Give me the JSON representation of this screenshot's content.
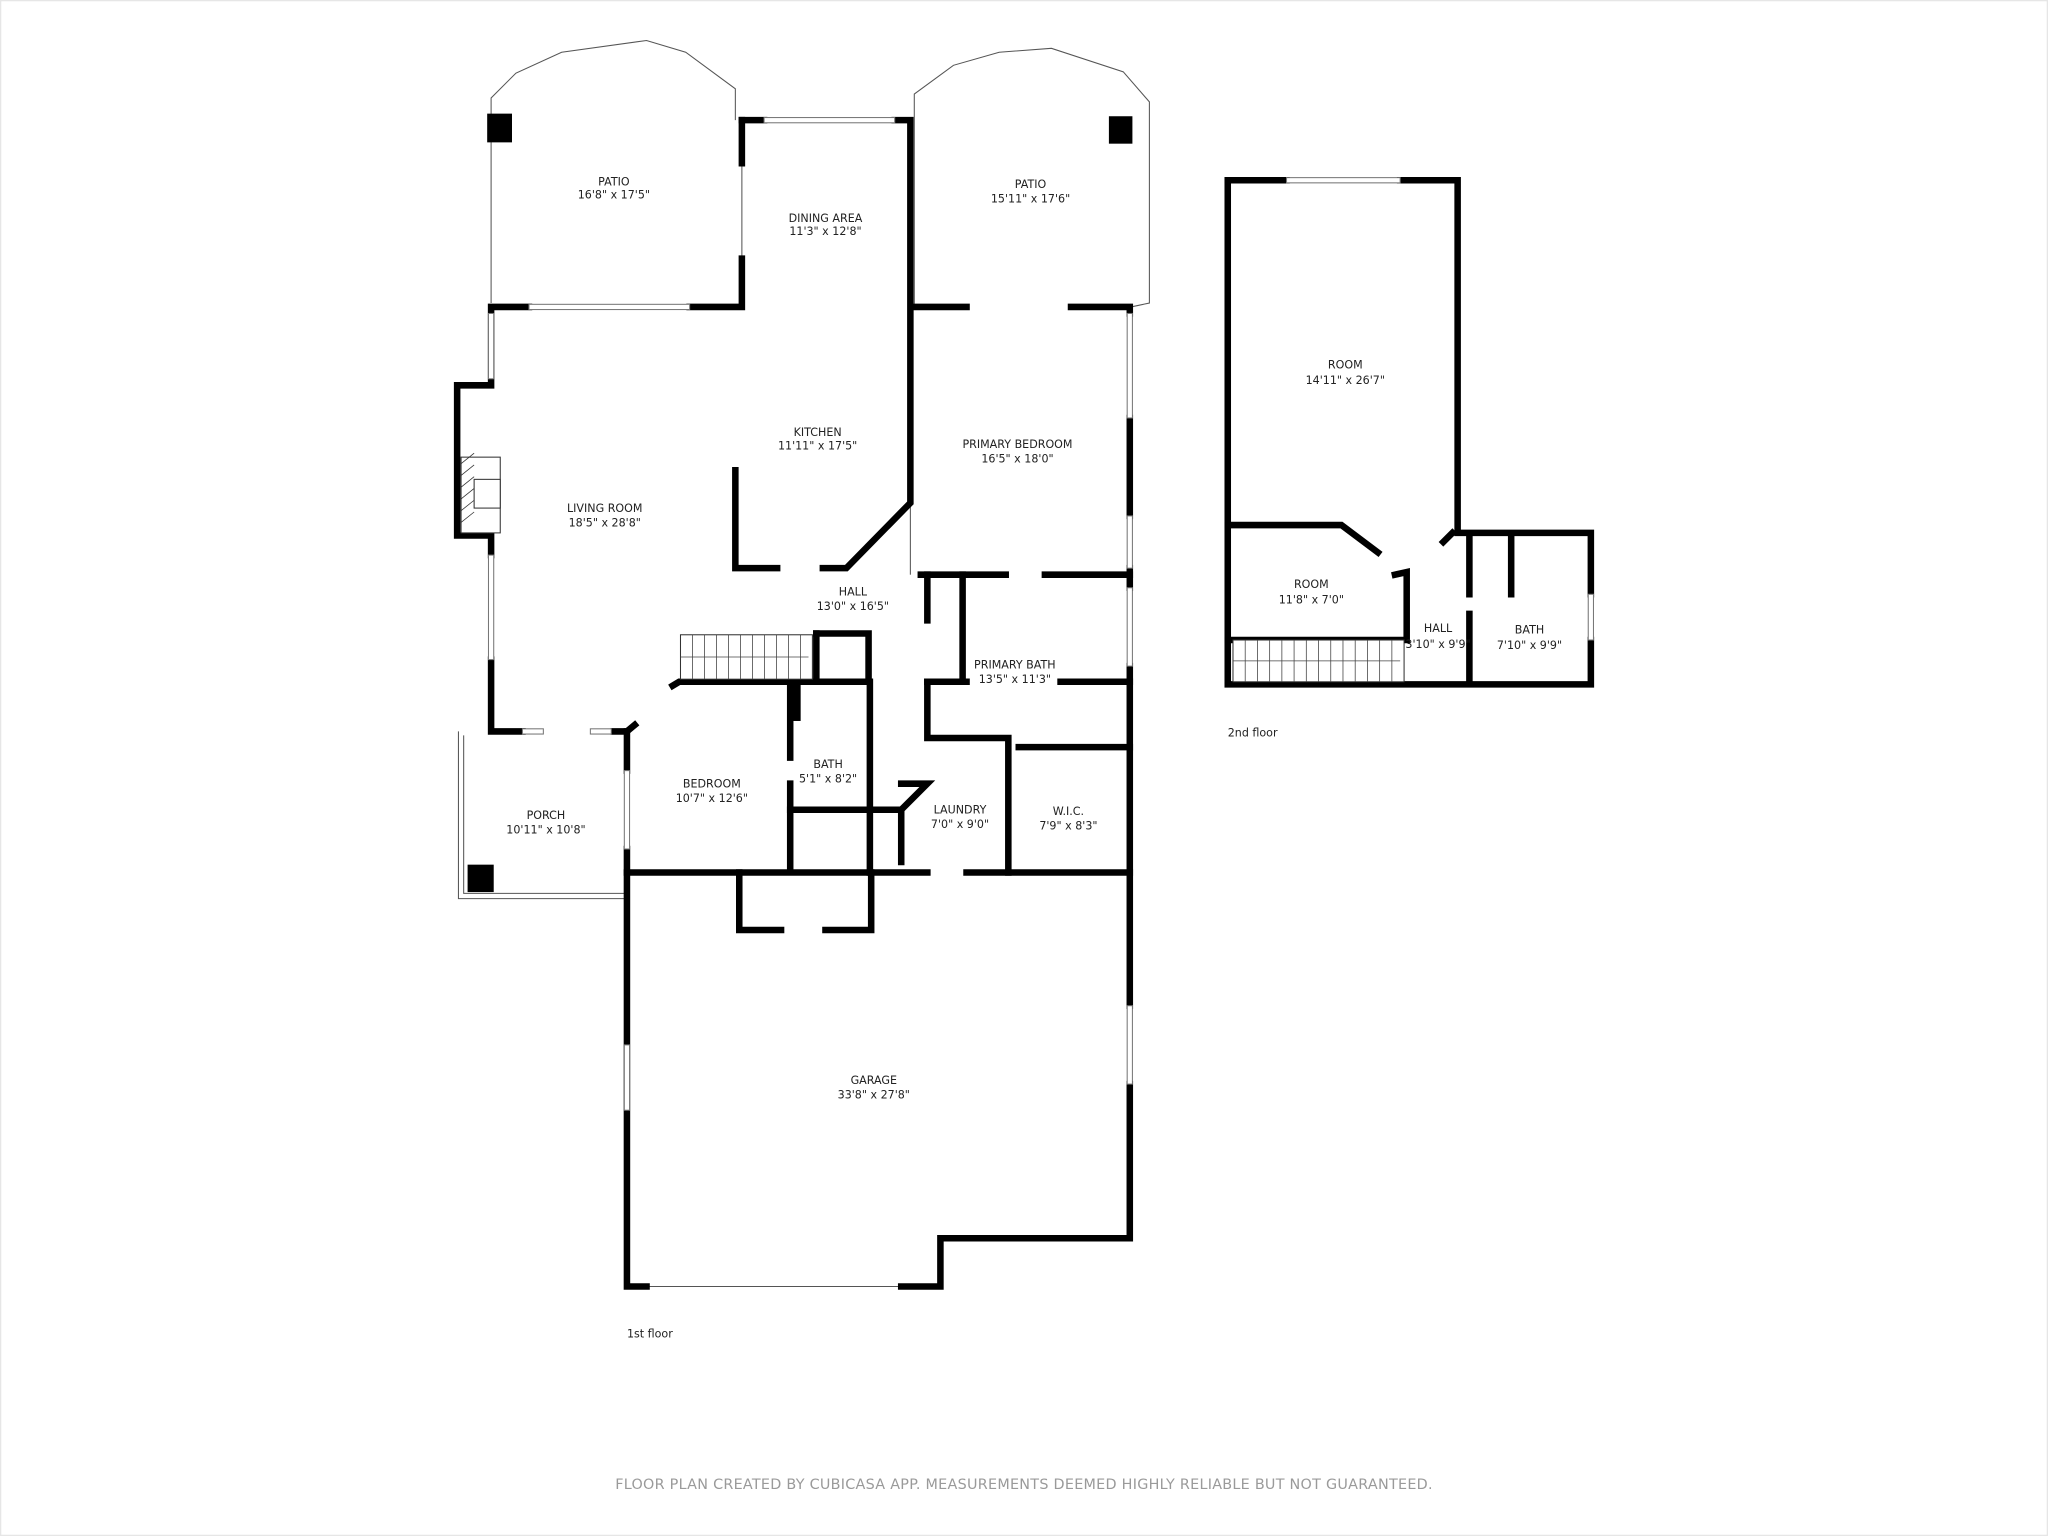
{
  "first_floor": {
    "label": "1st floor",
    "rooms": [
      {
        "name": "PATIO",
        "size": "16'8\" x 17'5\""
      },
      {
        "name": "DINING AREA",
        "size": "11'3\" x 12'8\""
      },
      {
        "name": "PATIO",
        "size": "15'11\" x 17'6\""
      },
      {
        "name": "KITCHEN",
        "size": "11'11\" x 17'5\""
      },
      {
        "name": "PRIMARY BEDROOM",
        "size": "16'5\" x 18'0\""
      },
      {
        "name": "LIVING ROOM",
        "size": "18'5\" x 28'8\""
      },
      {
        "name": "HALL",
        "size": "13'0\" x 16'5\""
      },
      {
        "name": "PRIMARY BATH",
        "size": "13'5\" x 11'3\""
      },
      {
        "name": "BATH",
        "size": "5'1\" x 8'2\""
      },
      {
        "name": "BEDROOM",
        "size": "10'7\" x 12'6\""
      },
      {
        "name": "PORCH",
        "size": "10'11\" x 10'8\""
      },
      {
        "name": "LAUNDRY",
        "size": "7'0\" x 9'0\""
      },
      {
        "name": "W.I.C.",
        "size": "7'9\" x 8'3\""
      },
      {
        "name": "GARAGE",
        "size": "33'8\" x 27'8\""
      }
    ]
  },
  "second_floor": {
    "label": "2nd floor",
    "rooms": [
      {
        "name": "ROOM",
        "size": "14'11\" x 26'7\""
      },
      {
        "name": "ROOM",
        "size": "11'8\" x 7'0\""
      },
      {
        "name": "HALL",
        "size": "3'10\" x 9'9\""
      },
      {
        "name": "BATH",
        "size": "7'10\" x 9'9\""
      }
    ]
  },
  "footer": "FLOOR PLAN CREATED BY CUBICASA APP. MEASUREMENTS DEEMED HIGHLY RELIABLE BUT NOT GUARANTEED.",
  "colors": {
    "wall": "#000000",
    "footer_text": "#9a9a9a",
    "background": "#ffffff"
  }
}
